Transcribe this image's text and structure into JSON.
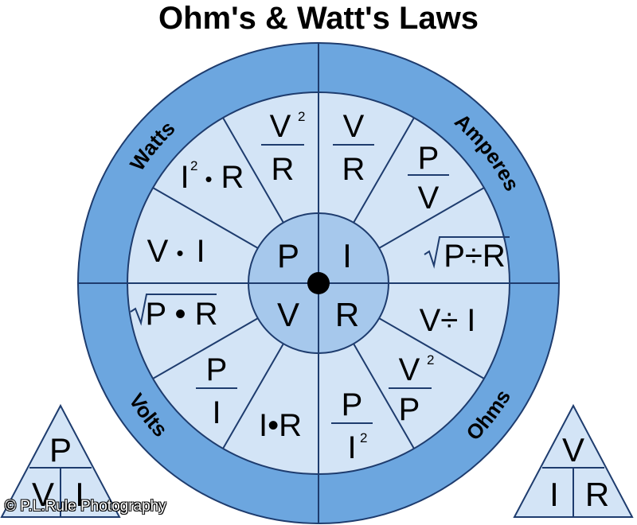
{
  "title": "Ohm's & Watt's Laws",
  "colors": {
    "outer_ring": "#6ca6df",
    "segments": "#d3e4f6",
    "center": "#a6c8ec",
    "lines": "#1e3c6e",
    "hub": "#000000"
  },
  "ring_labels": {
    "watts": "Watts",
    "amperes": "Amperes",
    "ohms": "Ohms",
    "volts": "Volts"
  },
  "center": {
    "p": "P",
    "i": "I",
    "v": "V",
    "r": "R"
  },
  "formulas": {
    "v_sq": "V",
    "two": "2",
    "r": "R",
    "v": "V",
    "p": "P",
    "i": "I",
    "dot": "•",
    "div": "÷",
    "i_sq_r_i": "I",
    "i_sq_r_r": "R",
    "vi_v": "V",
    "vi_i": "I",
    "sqrt_pr": "P • R",
    "sqrt_p_div_r": "P÷R",
    "v_div_i": "V÷ I",
    "i_r": "I•R"
  },
  "triangles": {
    "left": {
      "top": "P",
      "bl": "V",
      "br": "I"
    },
    "right": {
      "top": "V",
      "bl": "I",
      "br": "R"
    }
  },
  "credit": "© P.L.Rule Photography"
}
